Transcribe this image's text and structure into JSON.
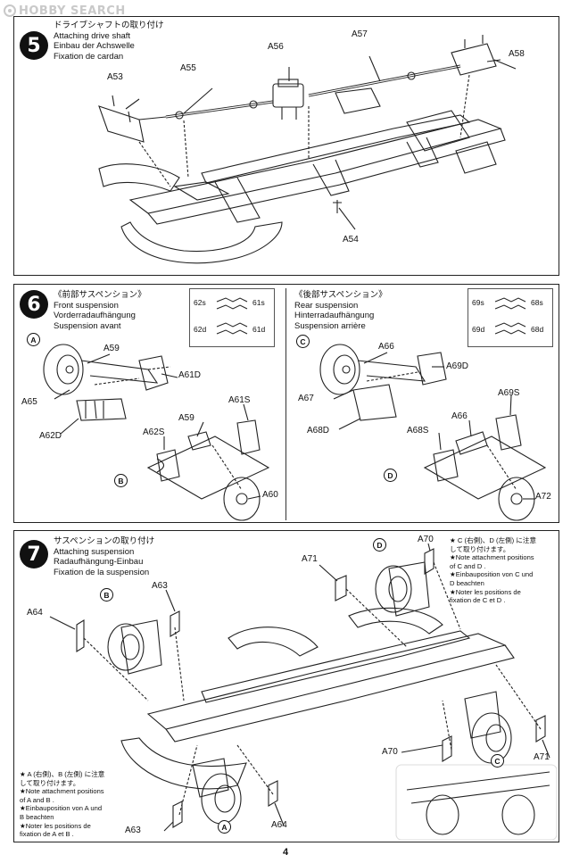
{
  "watermark": {
    "text": "HOBBY SEARCH"
  },
  "page_number": "4",
  "step5": {
    "number": "5",
    "title_ja": "ドライブシャフトの取り付け",
    "title_en": "Attaching drive shaft",
    "title_de": "Einbau der Achswelle",
    "title_fr": "Fixation de cardan",
    "parts": [
      "A53",
      "A55",
      "A56",
      "A57",
      "A58",
      "A54"
    ]
  },
  "step6": {
    "number": "6",
    "front": {
      "title_ja": "《前部サスペンション》",
      "title_en": "Front suspension",
      "title_de": "Vorderradaufhängung",
      "title_fr": "Suspension avant",
      "spring_chart": [
        "62s",
        "61s",
        "62d",
        "61d"
      ],
      "markers": [
        "A",
        "B"
      ],
      "parts_a": [
        "A59",
        "A61D",
        "A65",
        "A62D"
      ],
      "parts_b": [
        "A61S",
        "A62S",
        "A59",
        "A60"
      ]
    },
    "rear": {
      "title_ja": "《後部サスペンション》",
      "title_en": "Rear suspension",
      "title_de": "Hinterradaufhängung",
      "title_fr": "Suspension arrière",
      "spring_chart": [
        "69s",
        "68s",
        "69d",
        "68d"
      ],
      "markers": [
        "C",
        "D"
      ],
      "parts_c": [
        "A66",
        "A69D",
        "A67",
        "A68D"
      ],
      "parts_d": [
        "A69S",
        "A66",
        "A68S",
        "A72"
      ]
    }
  },
  "step7": {
    "number": "7",
    "title_ja": "サスペンションの取り付け",
    "title_en": "Attaching suspension",
    "title_de": "Radaufhängung-Einbau",
    "title_fr": "Fixation de la suspension",
    "note_cd": {
      "ja": [
        "★ C (右側)、D (左側) に注意",
        "して取り付けます。"
      ],
      "en": [
        "★Note attachment positions",
        "of C and D ."
      ],
      "de": [
        "★Einbauposition von C und",
        "D beachten"
      ],
      "fr": [
        "★Noter les positions de",
        "fixation de C et D ."
      ]
    },
    "note_ab": {
      "ja": [
        "★ A (右側)、B (左側) に注意",
        "して取り付けます。"
      ],
      "en": [
        "★Note attachment positions",
        "of A and B ."
      ],
      "de": [
        "★Einbauposition von A und",
        "B beachten"
      ],
      "fr": [
        "★Noter les positions de",
        "fixation de A et B ."
      ]
    },
    "markers": [
      "B",
      "D",
      "C",
      "A"
    ],
    "parts": [
      "A63",
      "A64",
      "A71",
      "A70",
      "A70",
      "A71",
      "A63",
      "A64"
    ]
  }
}
